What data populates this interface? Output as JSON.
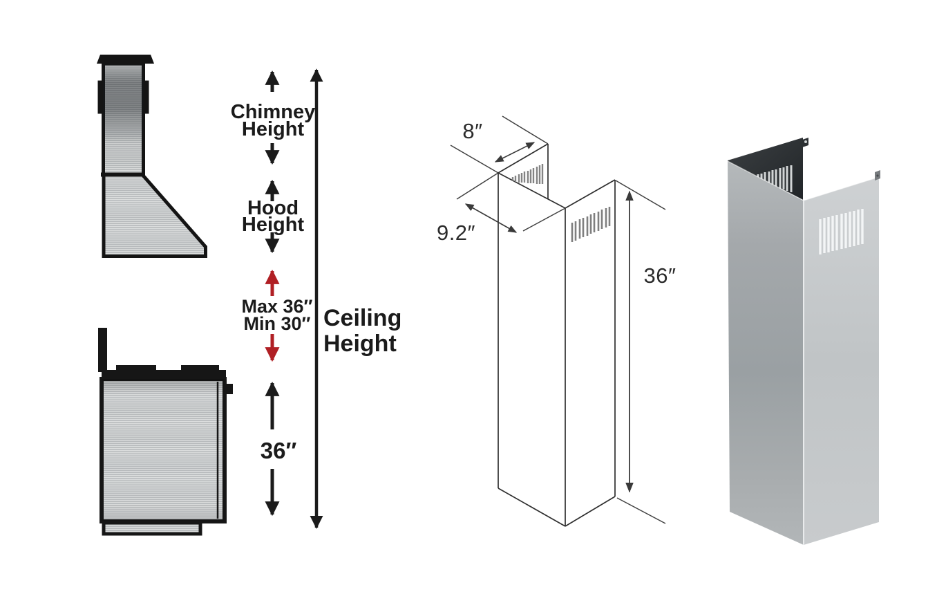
{
  "page": {
    "background": "#ffffff"
  },
  "left_diagram": {
    "chimney_label": [
      "Chimney",
      "Height"
    ],
    "hood_label": [
      "Hood",
      "Height"
    ],
    "max_label": "Max 36″",
    "min_label": "Min 30″",
    "ceiling_label": [
      "Ceiling",
      "Height"
    ],
    "range_height_label": "36″",
    "colors": {
      "ink": "#1b1b1b",
      "accent_red": "#b01f24",
      "steel_light": "#dbdddd",
      "steel_stripe": "#a8acae"
    }
  },
  "middle_diagram": {
    "top_width_label": "8″",
    "depth_label": "9.2″",
    "height_label": "36″",
    "line_color": "#2e2e2e",
    "vent_color": "#7f7f7f"
  },
  "right_photo": {
    "colors": {
      "back_panel_dark": "#34383b",
      "left_face_steel": "#a2a6a9",
      "right_face_steel": "#c6c9cb",
      "vent_slot_light": "#f3f5f6",
      "corner_highlight": "#e9ebec"
    }
  }
}
